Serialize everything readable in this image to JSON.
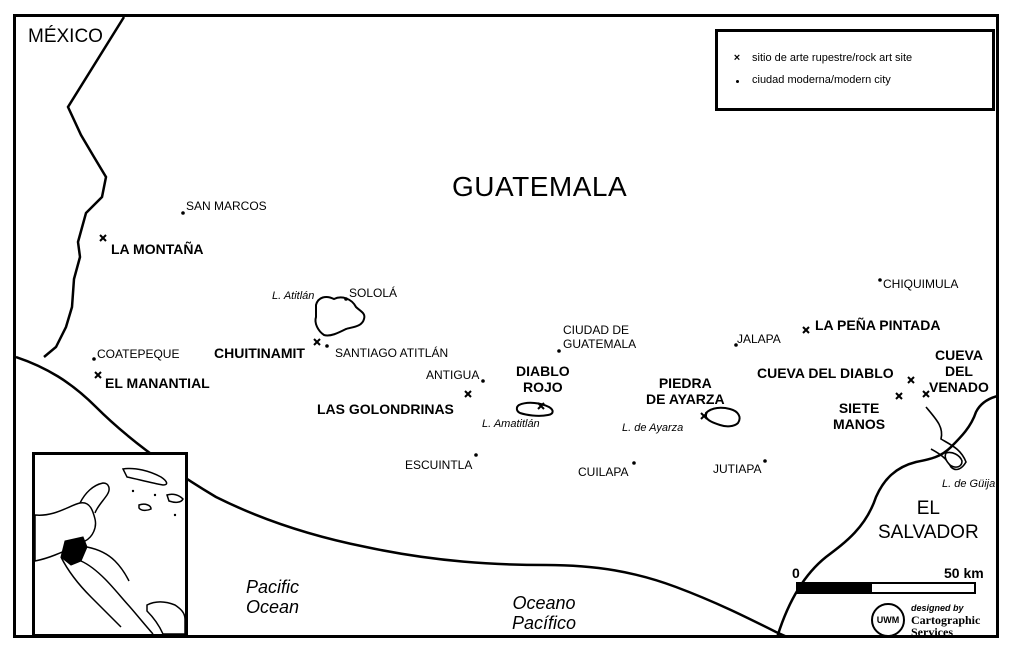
{
  "legend": {
    "rock_art_symbol": "×",
    "rock_art_label": "sitio de arte rupestre/rock art site",
    "city_label": "ciudad moderna/modern city"
  },
  "region_title": "GUATEMALA",
  "countries": {
    "mexico": "MÉXICO",
    "el_salvador": [
      "EL",
      "SALVADOR"
    ]
  },
  "oceans": {
    "pacific_en": [
      "Pacific",
      "Ocean"
    ],
    "pacific_es": [
      "Oceano",
      "Pacífico"
    ]
  },
  "cities": {
    "san_marcos": "SAN MARCOS",
    "solola": "SOLOLÁ",
    "coatepeque": "COATEPEQUE",
    "santiago_atitlan": "SANTIAGO ATITLÁN",
    "antigua": "ANTIGUA",
    "ciudad_guatemala": [
      "CIUDAD DE",
      "GUATEMALA"
    ],
    "escuintla": "ESCUINTLA",
    "cuilapa": "CUILAPA",
    "jutiapa": "JUTIAPA",
    "jalapa": "JALAPA",
    "chiquimula": "CHIQUIMULA"
  },
  "sites": {
    "la_montana": "LA MONTAÑA",
    "chuitinamit": "CHUITINAMIT",
    "el_manantial": "EL MANANTIAL",
    "las_golondrinas": "LAS GOLONDRINAS",
    "diablo_rojo": [
      "DIABLO",
      "ROJO"
    ],
    "piedra_de_ayarza": [
      "PIEDRA",
      "DE AYARZA"
    ],
    "la_pena_pintada": "LA PEÑA PINTADA",
    "cueva_del_diablo": "CUEVA DEL DIABLO",
    "cueva_del_venado": [
      "CUEVA",
      "DEL",
      "VENADO"
    ],
    "siete_manos": [
      "SIETE",
      "MANOS"
    ]
  },
  "lakes": {
    "atitlan": "L. Atitlán",
    "amatitlan": "L. Amatitlán",
    "ayarza": "L. de Ayarza",
    "guija": "L. de Güija"
  },
  "scale": {
    "zero": "0",
    "end": "50 km"
  },
  "credit": {
    "logo": "UWM",
    "designed": "designed by",
    "line1": "Cartographic",
    "line2": "Services"
  }
}
